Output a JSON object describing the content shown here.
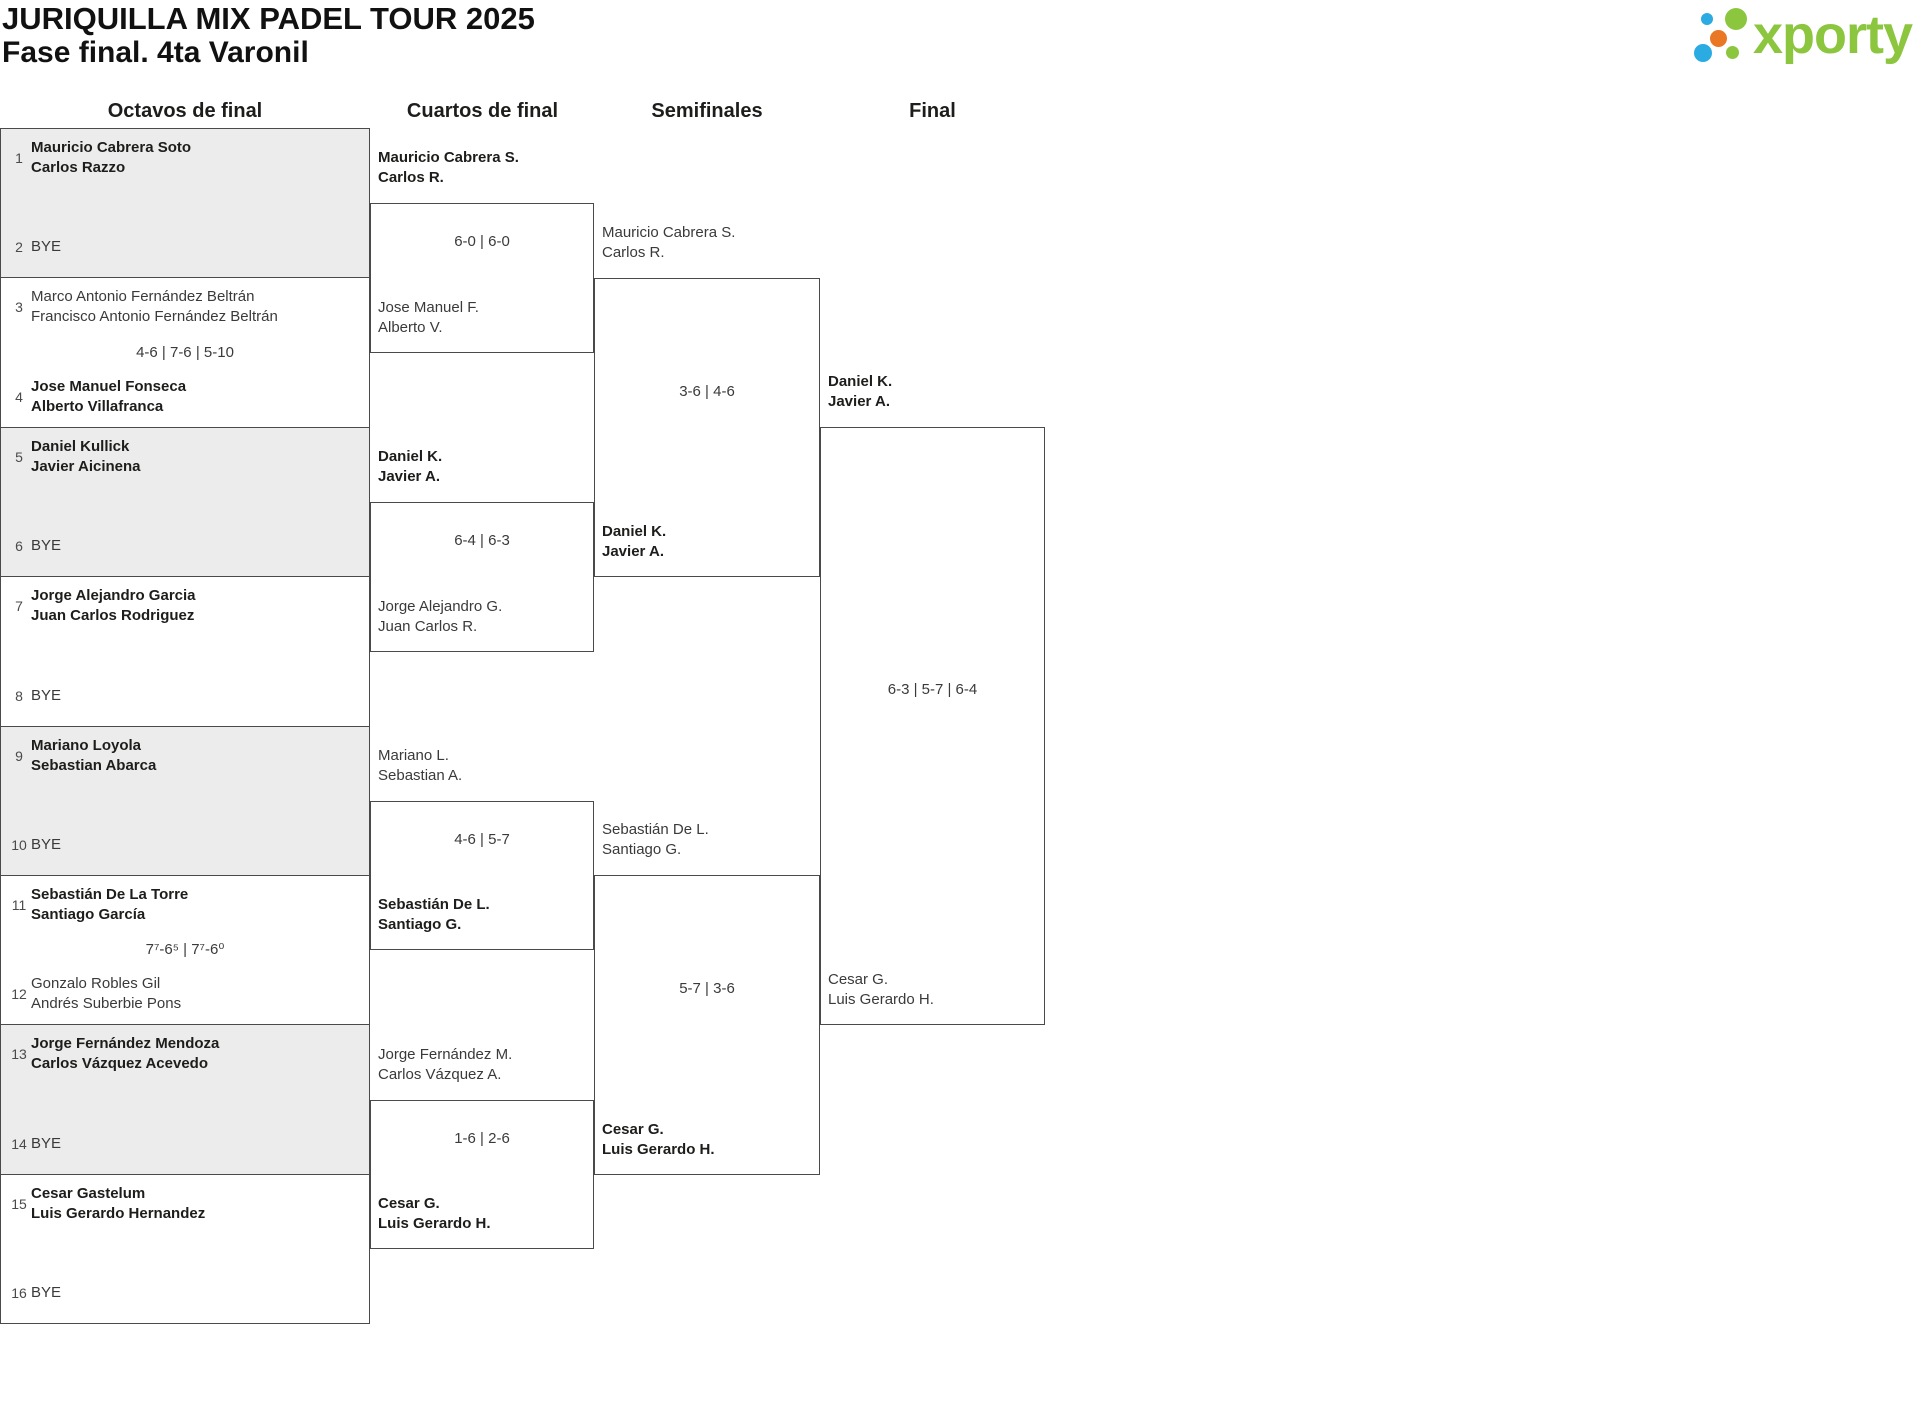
{
  "header": {
    "title": "JURIQUILLA MIX PADEL TOUR 2025",
    "subtitle": "Fase final. 4ta Varonil"
  },
  "logo": {
    "text": "xporty"
  },
  "colors": {
    "logo_green": "#8cc63f",
    "logo_blue": "#2aabe2",
    "logo_orange": "#e97724"
  },
  "columns": [
    "Octavos de final",
    "Cuartos de final",
    "Semifinales",
    "Final"
  ],
  "r16": [
    {
      "shaded": true,
      "seed_a": "1",
      "team_a": [
        "Mauricio Cabrera Soto",
        "Carlos Razzo"
      ],
      "a_winner": true,
      "score": "",
      "seed_b": "2",
      "team_b": [
        "BYE"
      ],
      "b_winner": false
    },
    {
      "shaded": false,
      "seed_a": "3",
      "team_a": [
        "Marco Antonio Fernández Beltrán",
        "Francisco Antonio Fernández Beltrán"
      ],
      "a_winner": false,
      "score": "4-6 | 7-6 | 5-10",
      "seed_b": "4",
      "team_b": [
        "Jose Manuel Fonseca",
        "Alberto Villafranca"
      ],
      "b_winner": true
    },
    {
      "shaded": true,
      "seed_a": "5",
      "team_a": [
        "Daniel Kullick",
        "Javier Aicinena"
      ],
      "a_winner": true,
      "score": "",
      "seed_b": "6",
      "team_b": [
        "BYE"
      ],
      "b_winner": false
    },
    {
      "shaded": false,
      "seed_a": "7",
      "team_a": [
        "Jorge Alejandro Garcia",
        "Juan Carlos Rodriguez"
      ],
      "a_winner": true,
      "score": "",
      "seed_b": "8",
      "team_b": [
        "BYE"
      ],
      "b_winner": false
    },
    {
      "shaded": true,
      "seed_a": "9",
      "team_a": [
        "Mariano Loyola",
        "Sebastian Abarca"
      ],
      "a_winner": true,
      "score": "",
      "seed_b": "10",
      "team_b": [
        "BYE"
      ],
      "b_winner": false
    },
    {
      "shaded": false,
      "seed_a": "11",
      "team_a": [
        "Sebastián De La Torre",
        "Santiago García"
      ],
      "a_winner": true,
      "score": "7⁷-6⁵ | 7⁷-6⁰",
      "seed_b": "12",
      "team_b": [
        "Gonzalo Robles Gil",
        "Andrés Suberbie Pons"
      ],
      "b_winner": false
    },
    {
      "shaded": true,
      "seed_a": "13",
      "team_a": [
        "Jorge Fernández Mendoza",
        "Carlos Vázquez Acevedo"
      ],
      "a_winner": true,
      "score": "",
      "seed_b": "14",
      "team_b": [
        "BYE"
      ],
      "b_winner": false
    },
    {
      "shaded": false,
      "seed_a": "15",
      "team_a": [
        "Cesar Gastelum",
        "Luis Gerardo Hernandez"
      ],
      "a_winner": true,
      "score": "",
      "seed_b": "16",
      "team_b": [
        "BYE"
      ],
      "b_winner": false
    }
  ],
  "qf": [
    {
      "top": {
        "lines": [
          "Mauricio Cabrera S.",
          "Carlos R."
        ],
        "winner": true
      },
      "score": "6-0 | 6-0",
      "bottom": {
        "lines": [
          "Jose Manuel F.",
          "Alberto V."
        ],
        "winner": false
      }
    },
    {
      "top": {
        "lines": [
          "Daniel K.",
          "Javier A."
        ],
        "winner": true
      },
      "score": "6-4 | 6-3",
      "bottom": {
        "lines": [
          "Jorge Alejandro G.",
          "Juan Carlos R."
        ],
        "winner": false
      }
    },
    {
      "top": {
        "lines": [
          "Mariano L.",
          "Sebastian A."
        ],
        "winner": false
      },
      "score": "4-6 | 5-7",
      "bottom": {
        "lines": [
          "Sebastián De L.",
          "Santiago G."
        ],
        "winner": true
      }
    },
    {
      "top": {
        "lines": [
          "Jorge Fernández M.",
          "Carlos Vázquez A."
        ],
        "winner": false
      },
      "score": "1-6 | 2-6",
      "bottom": {
        "lines": [
          "Cesar G.",
          "Luis Gerardo H."
        ],
        "winner": true
      }
    }
  ],
  "sf": [
    {
      "top": {
        "lines": [
          "Mauricio Cabrera S.",
          "Carlos R."
        ],
        "winner": false
      },
      "score": "3-6 | 4-6",
      "bottom": {
        "lines": [
          "Daniel K.",
          "Javier A."
        ],
        "winner": true
      }
    },
    {
      "top": {
        "lines": [
          "Sebastián De L.",
          "Santiago G."
        ],
        "winner": false
      },
      "score": "5-7 | 3-6",
      "bottom": {
        "lines": [
          "Cesar G.",
          "Luis Gerardo H."
        ],
        "winner": true
      }
    }
  ],
  "final": {
    "top": {
      "lines": [
        "Daniel K.",
        "Javier A."
      ],
      "winner": true
    },
    "score": "6-3 | 5-7 | 6-4",
    "bottom": {
      "lines": [
        "Cesar G.",
        "Luis Gerardo H."
      ],
      "winner": false
    }
  }
}
